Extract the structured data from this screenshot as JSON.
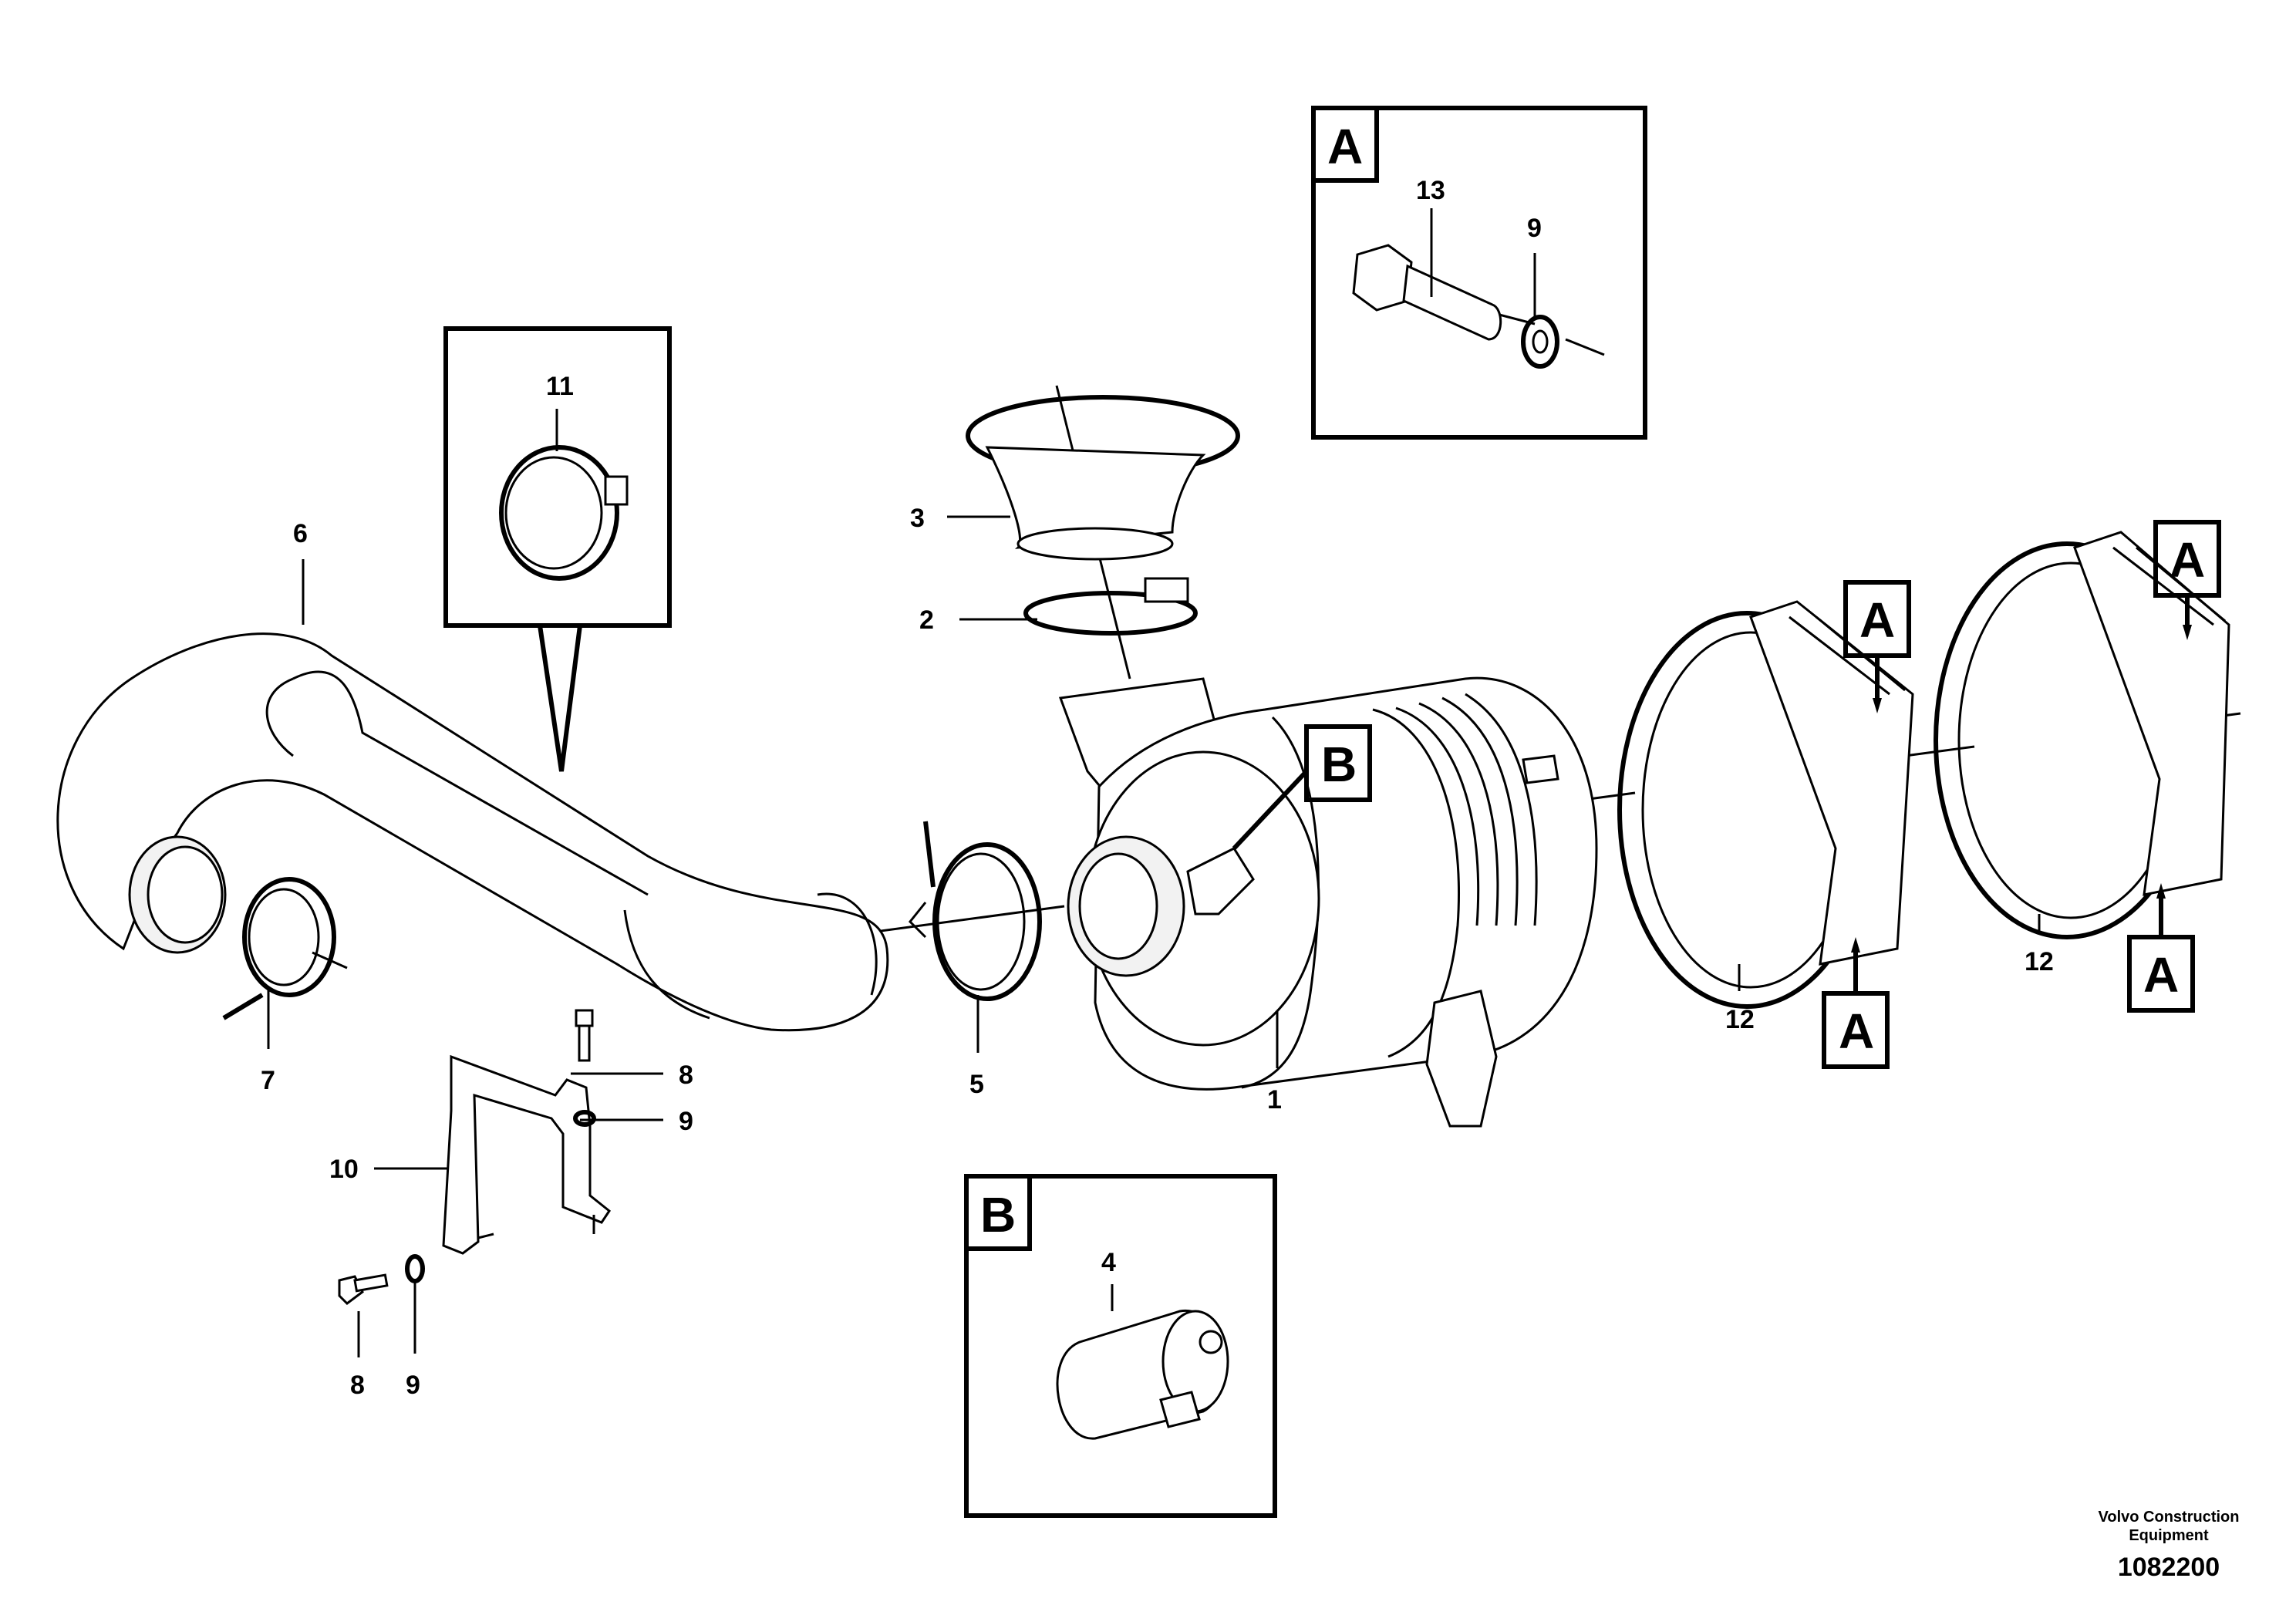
{
  "callouts": {
    "c1": "1",
    "c2": "2",
    "c3": "3",
    "c4": "4",
    "c5": "5",
    "c6": "6",
    "c7": "7",
    "c8a": "8",
    "c8b": "8",
    "c9a": "9",
    "c9b": "9",
    "c9c": "9",
    "c10": "10",
    "c11": "11",
    "c12a": "12",
    "c12b": "12",
    "c13": "13"
  },
  "view_labels": {
    "detail_a": "A",
    "detail_b": "B",
    "ref_b": "B",
    "ref_a1": "A",
    "ref_a2": "A",
    "ref_a3": "A",
    "ref_a4": "A"
  },
  "footer": {
    "credit_line1": "Volvo Construction",
    "credit_line2": "Equipment",
    "doc_number": "1082200"
  }
}
